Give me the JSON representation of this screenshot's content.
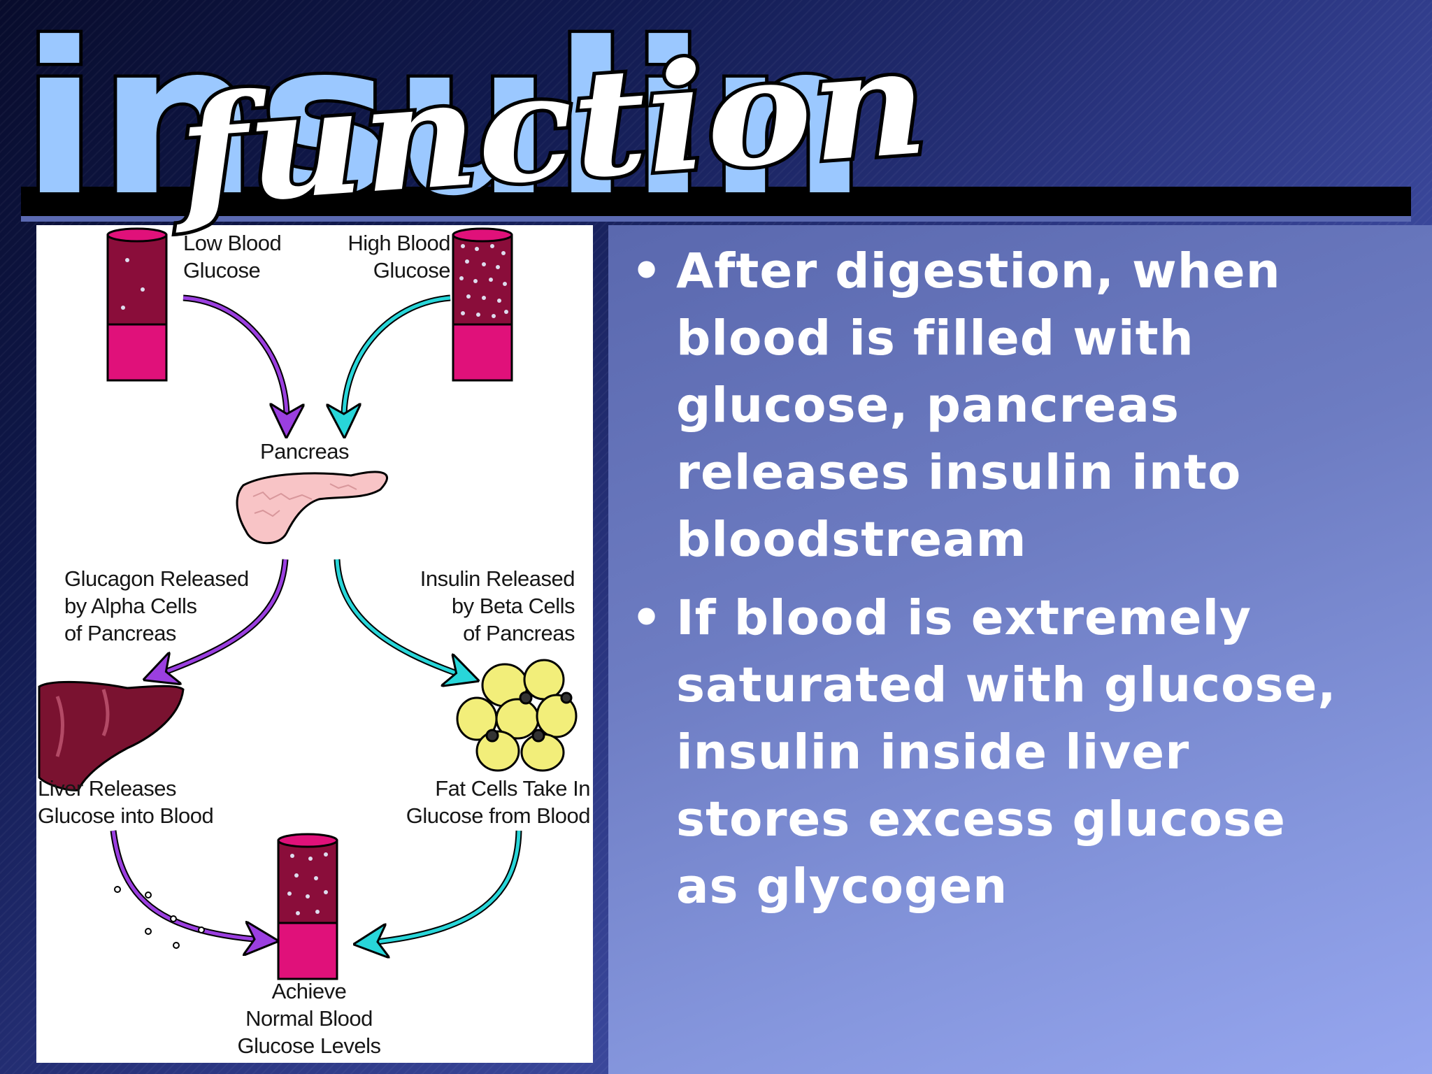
{
  "title": {
    "main": "insulin",
    "script": "function"
  },
  "diagram": {
    "labels": {
      "low_blood": [
        "Low Blood",
        "Glucose"
      ],
      "high_blood": [
        "High Blood",
        "Glucose"
      ],
      "pancreas": [
        "Pancreas"
      ],
      "glucagon": [
        "Glucagon Released",
        "by Alpha Cells",
        "of Pancreas"
      ],
      "insulin_released": [
        "Insulin Released",
        "by Beta Cells",
        "of Pancreas"
      ],
      "liver": [
        "Liver Releases",
        "Glucose into Blood"
      ],
      "fat_cells": [
        "Fat Cells Take In",
        "Glucose from Blood"
      ],
      "achieve": [
        "Achieve",
        "Normal Blood",
        "Glucose Levels"
      ]
    },
    "colors": {
      "vessel": "#e0117a",
      "vessel_dark": "#8a0d3a",
      "purple_arrow": "#9b3fe0",
      "cyan_arrow": "#28d6d9",
      "pancreas": "#f8c4c6",
      "liver": "#7a1230",
      "fat": "#f2ee7a"
    }
  },
  "bullets": [
    {
      "lines": [
        "After digestion, when",
        "blood is filled with",
        "glucose, pancreas",
        "releases insulin into",
        "bloodstream"
      ]
    },
    {
      "lines": [
        "If blood is extremely",
        "saturated with glucose,",
        "insulin inside liver",
        "stores excess glucose",
        "as glycogen"
      ]
    }
  ],
  "bullet_symbol": "•",
  "colors": {
    "title_fill": "#9bc8ff",
    "title_outline": "#000000",
    "bullet_text": "#ffffff"
  }
}
